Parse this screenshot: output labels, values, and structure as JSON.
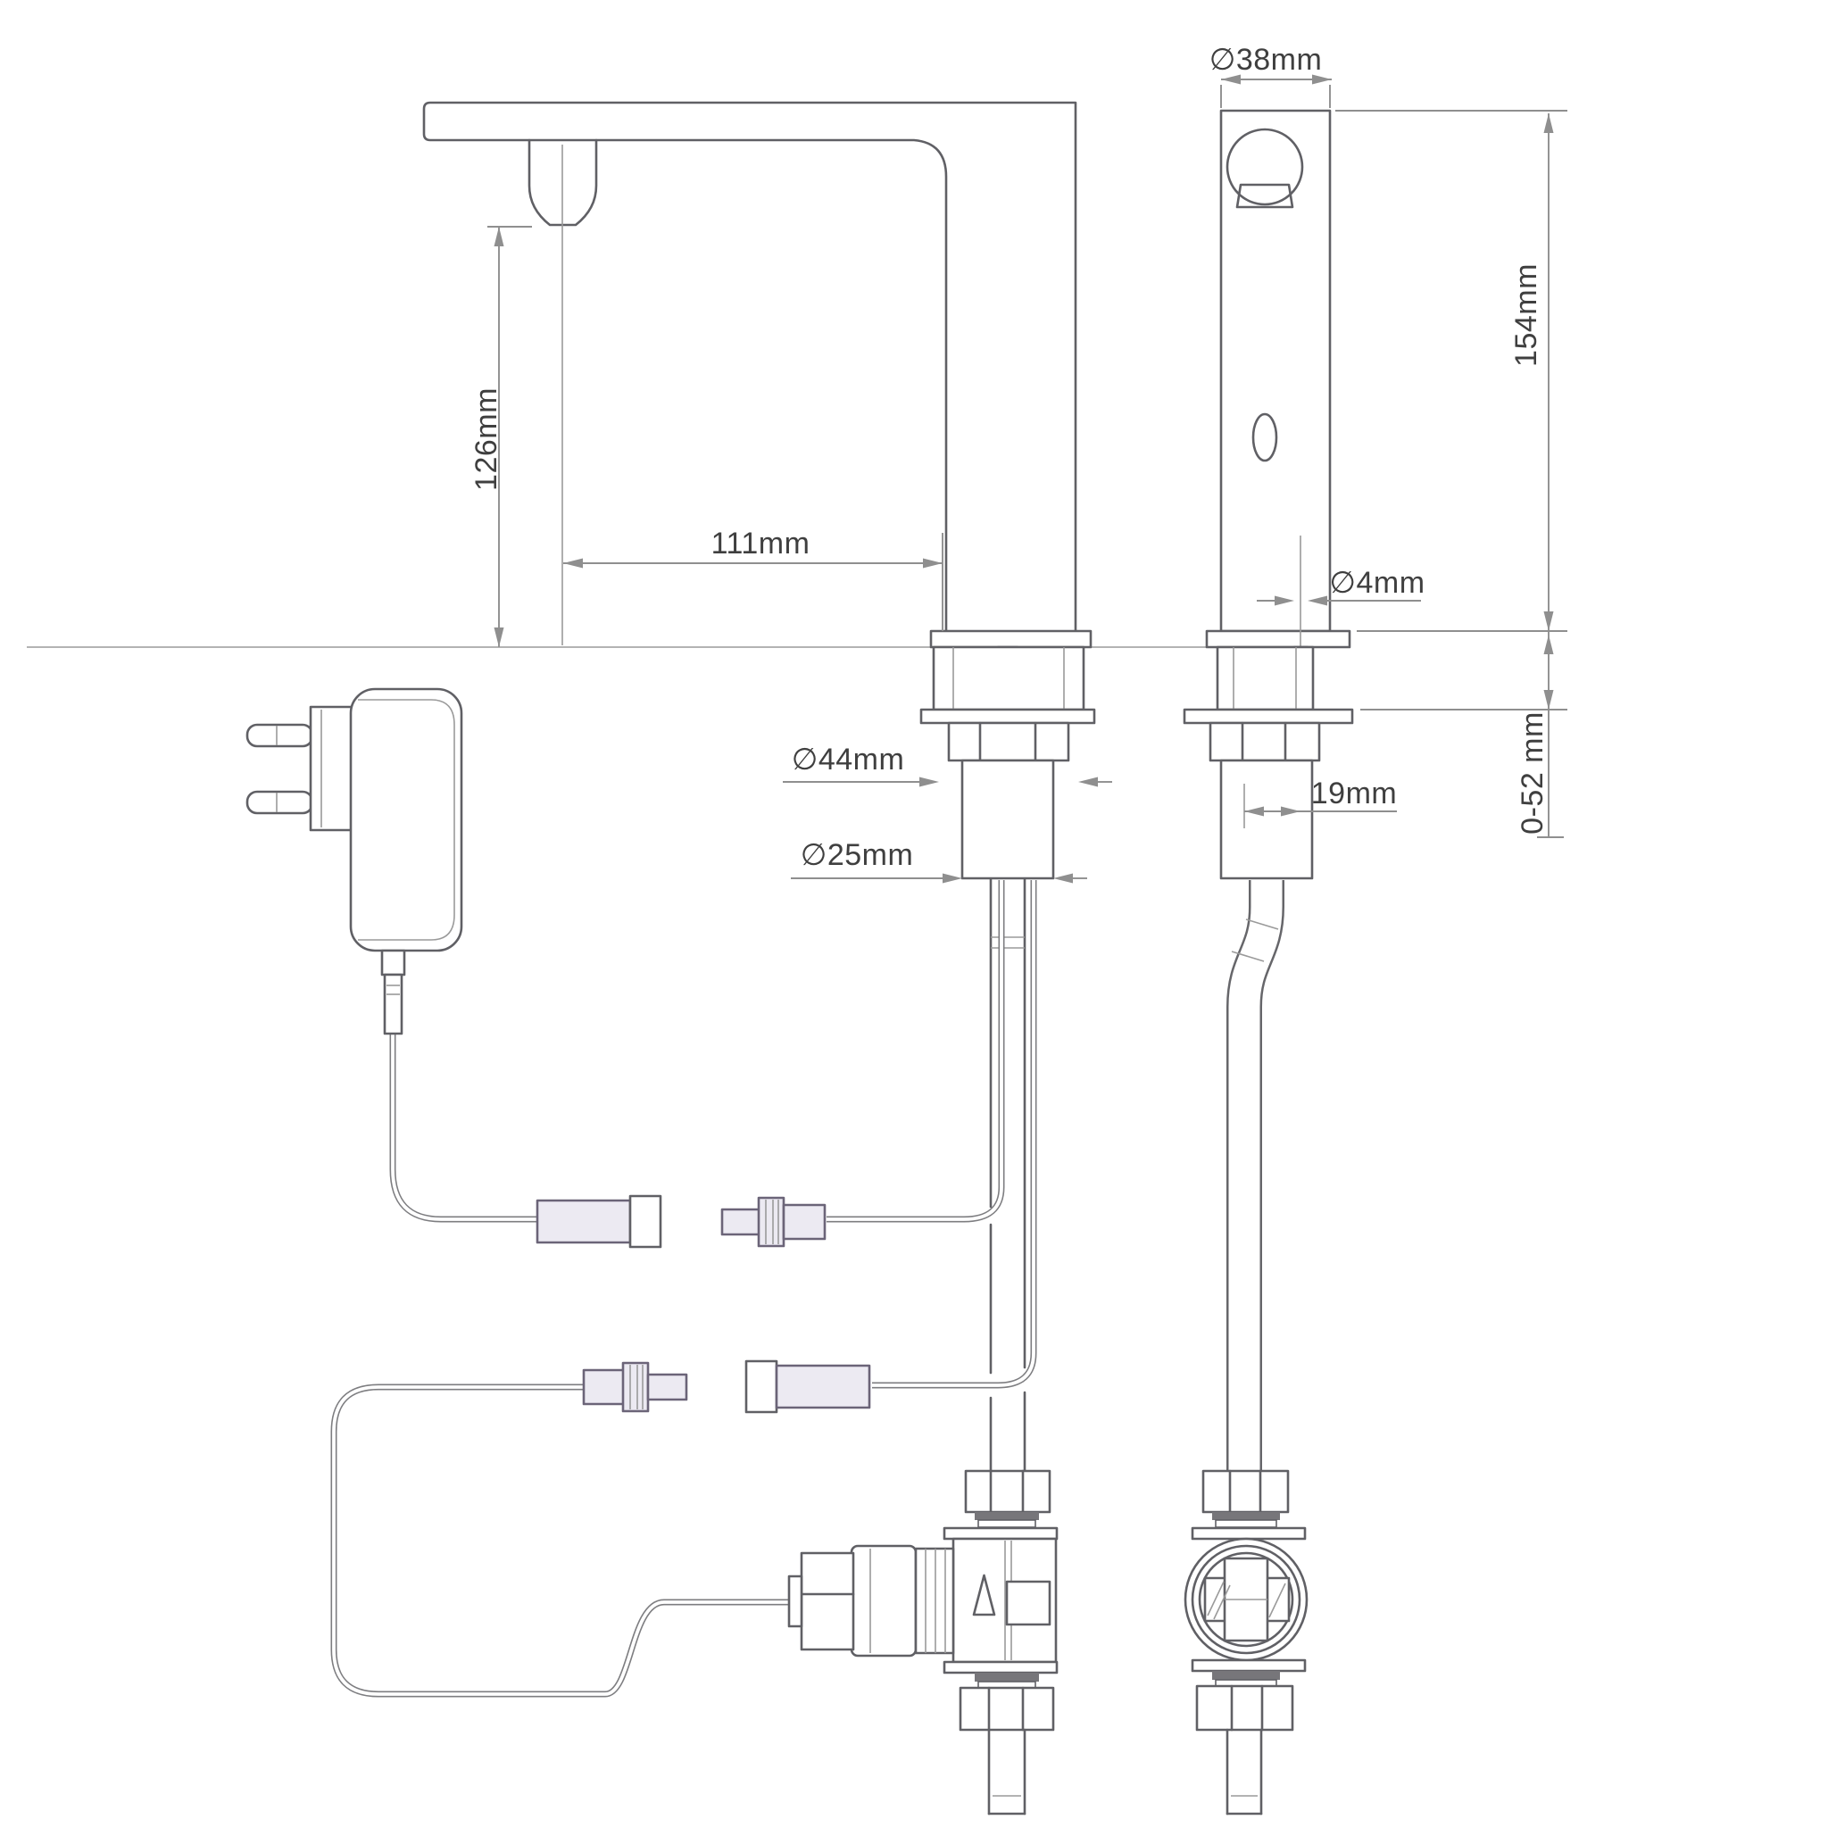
{
  "diagram": {
    "type": "technical-drawing",
    "subject": "deck-mounted sensor faucet with power adapter, cable connectors and solenoid valve - installation dimensions",
    "background": "#ffffff",
    "colors": {
      "outline": "#606065",
      "light_line": "#9a9a9a",
      "dimension_line": "#8f8f8f",
      "text": "#3f3f3f",
      "connector_fill": "#eceaf2",
      "connector_stroke": "#6b6478",
      "ferrule_band": "#77767a"
    },
    "labels": {
      "spout_diameter": "∅38mm",
      "body_height": "154mm",
      "pin_diameter": "∅4mm",
      "deck_thickness_range": "0-52 mm",
      "spout_height": "126mm",
      "spout_reach": "111mm",
      "base_diameter": "∅44mm",
      "shank_diameter": "∅25mm",
      "pipe_offset": "19mm"
    }
  }
}
